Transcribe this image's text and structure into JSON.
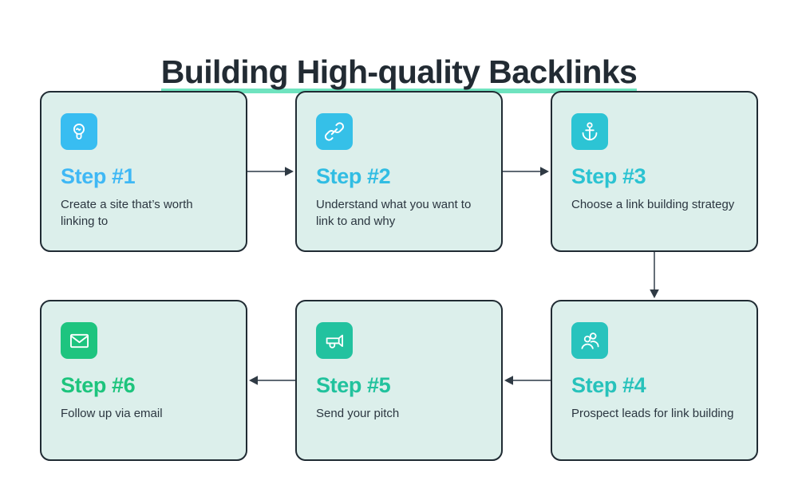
{
  "page": {
    "title": "Building High-quality Backlinks",
    "title_underline_color": "#6fe3bf",
    "background": "#ffffff",
    "card_background": "#dcefeb",
    "card_border_color": "#202b33",
    "arrow_color": "#4a5560",
    "body_text_color": "#2b3640"
  },
  "steps": [
    {
      "label": "Step #1",
      "description": "Create a site that’s worth linking to",
      "icon": "lightbulb-icon",
      "icon_bg": "#38bdf1",
      "accent": "#3fb8f5"
    },
    {
      "label": "Step #2",
      "description": "Understand what you want to link to and why",
      "icon": "link-chain-icon",
      "icon_bg": "#35c0e8",
      "accent": "#31bde3"
    },
    {
      "label": "Step #3",
      "description": "Choose a link building strategy",
      "icon": "anchor-icon",
      "icon_bg": "#2cc4d4",
      "accent": "#2bc3d2"
    },
    {
      "label": "Step #4",
      "description": "Prospect leads for link building",
      "icon": "people-icon",
      "icon_bg": "#28c3bd",
      "accent": "#27c2bb"
    },
    {
      "label": "Step #5",
      "description": "Send your pitch",
      "icon": "megaphone-icon",
      "icon_bg": "#22c29f",
      "accent": "#21c29d"
    },
    {
      "label": "Step #6",
      "description": "Follow up via email",
      "icon": "envelope-icon",
      "icon_bg": "#1ec47f",
      "accent": "#1dc47d"
    }
  ],
  "connectors": [
    {
      "name": "arrow-step1-to-step2",
      "direction": "right"
    },
    {
      "name": "arrow-step2-to-step3",
      "direction": "right"
    },
    {
      "name": "arrow-step3-to-step4",
      "direction": "down"
    },
    {
      "name": "arrow-step4-to-step5",
      "direction": "left"
    },
    {
      "name": "arrow-step5-to-step6",
      "direction": "left"
    }
  ]
}
